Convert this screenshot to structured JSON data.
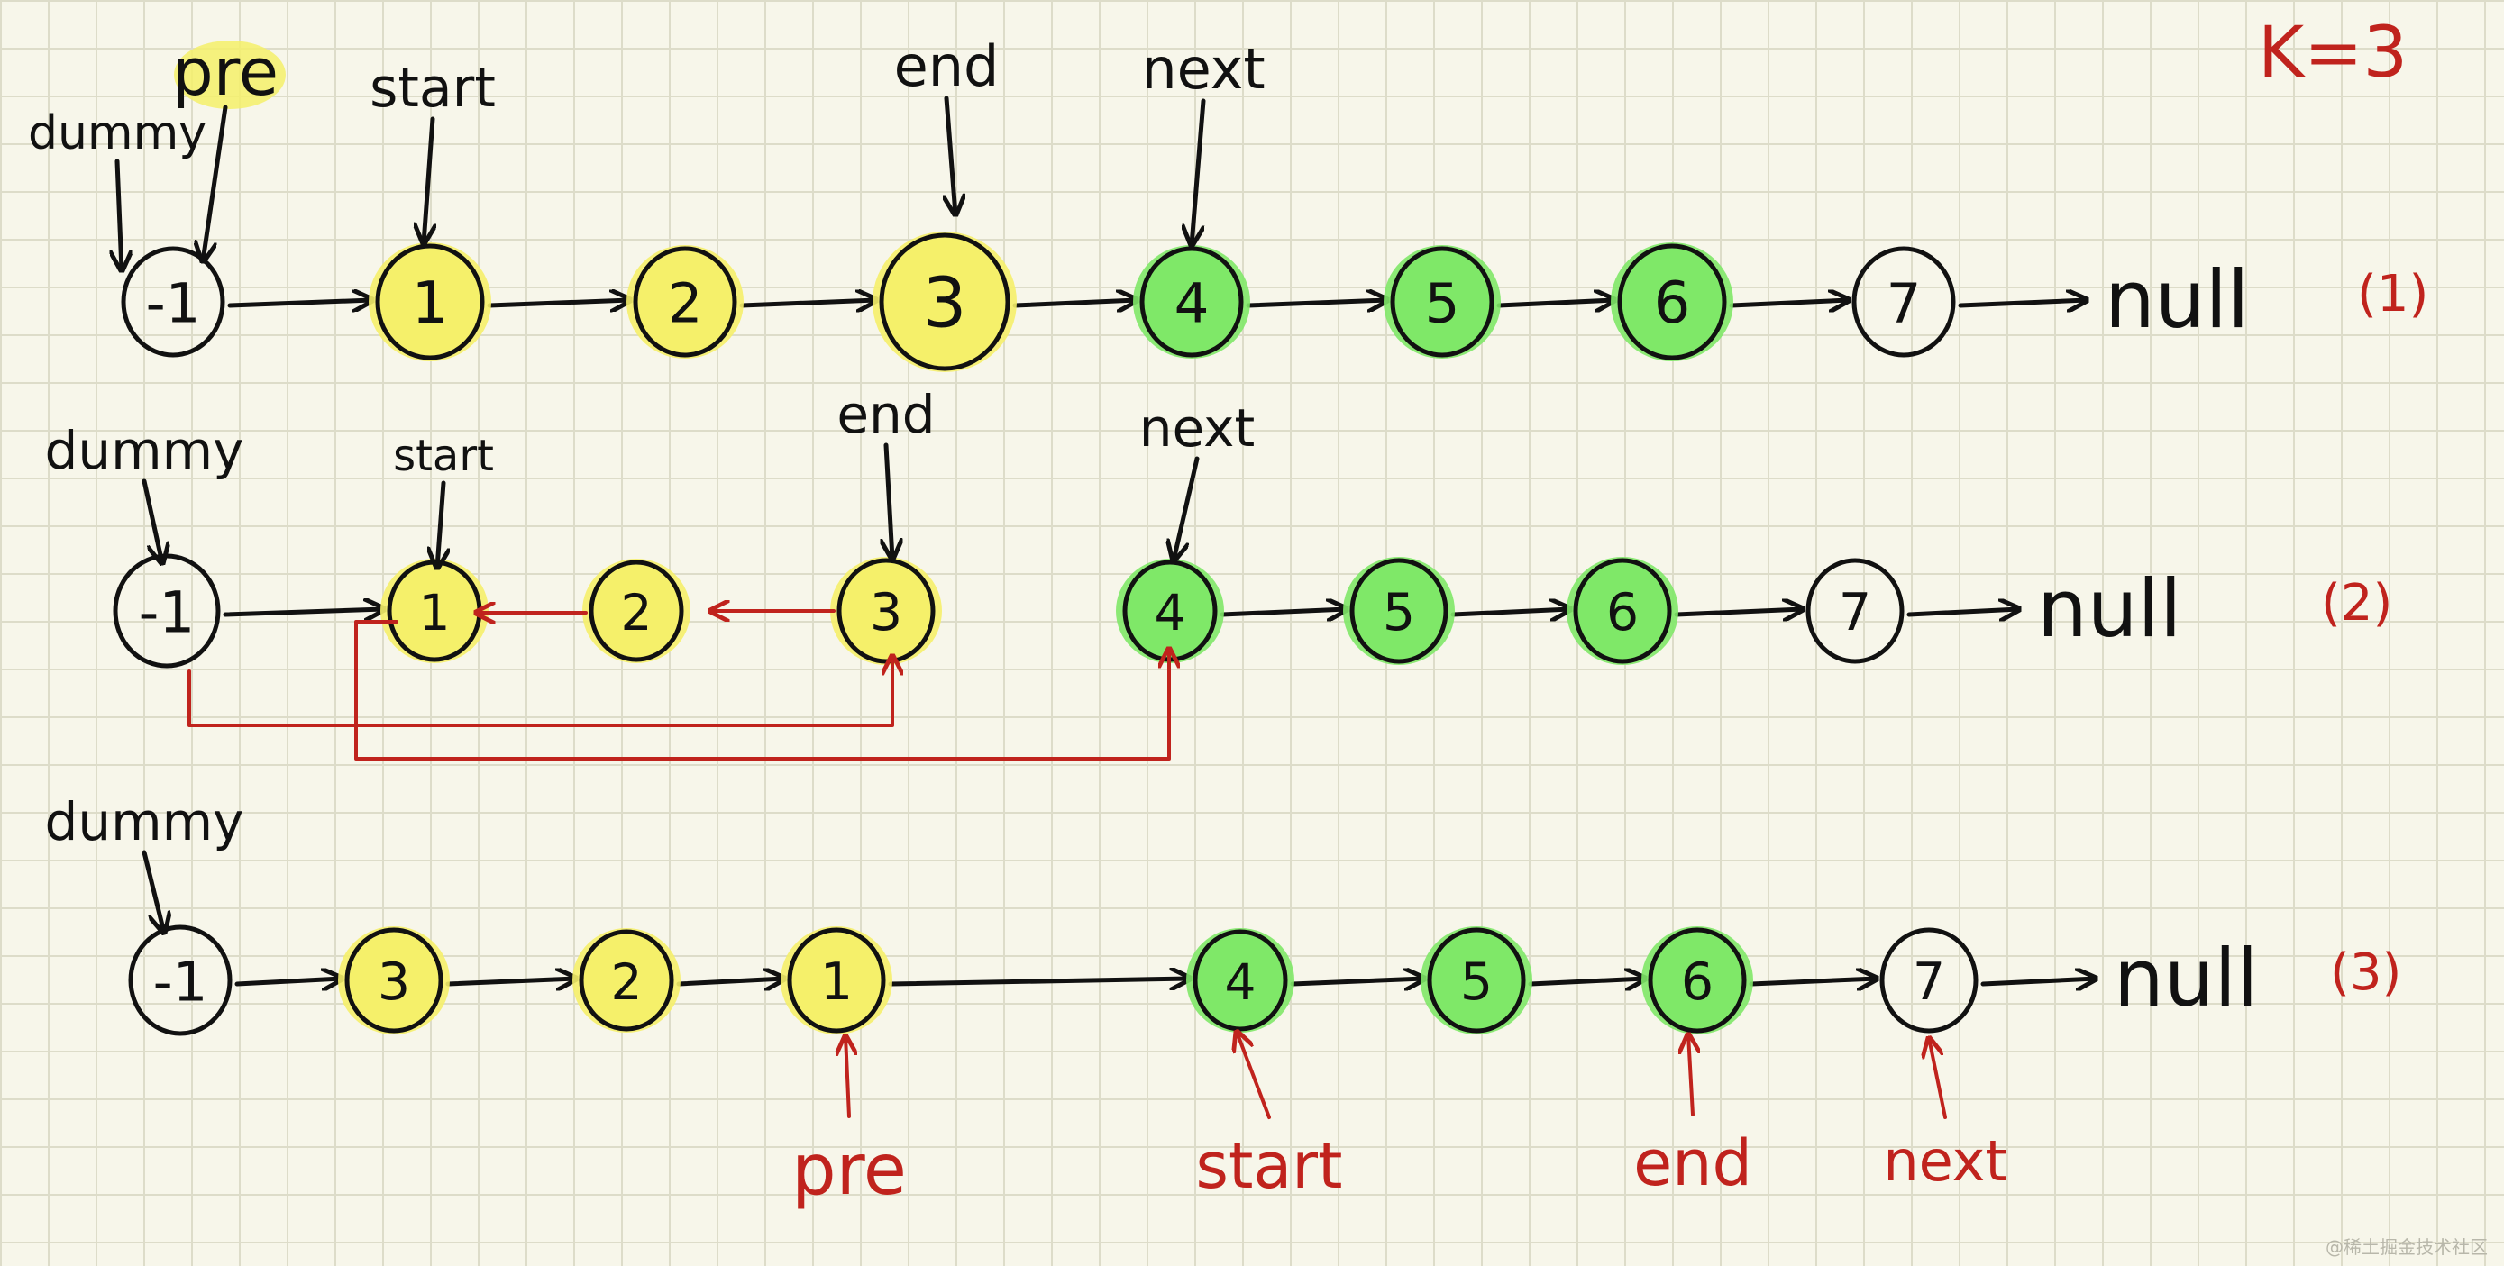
{
  "k_label": "K=3",
  "null_label": "null",
  "colors": {
    "yellow": "#f5f06a",
    "green": "#7fe868",
    "red": "#c0231d",
    "ink": "#111111"
  },
  "rows": [
    {
      "tag": "(1)",
      "nodes": [
        "-1",
        "1",
        "2",
        "3",
        "4",
        "5",
        "6",
        "7"
      ],
      "fills": [
        "none",
        "yellow",
        "yellow",
        "yellow",
        "green",
        "green",
        "green",
        "none"
      ],
      "pointers": [
        {
          "label": "dummy",
          "target": 0,
          "color": "black"
        },
        {
          "label": "pre",
          "target": 0,
          "color": "black"
        },
        {
          "label": "start",
          "target": 1,
          "color": "black"
        },
        {
          "label": "end",
          "target": 3,
          "color": "black"
        },
        {
          "label": "next",
          "target": 4,
          "color": "black"
        }
      ]
    },
    {
      "tag": "(2)",
      "nodes": [
        "-1",
        "1",
        "2",
        "3",
        "4",
        "5",
        "6",
        "7"
      ],
      "fills": [
        "none",
        "yellow",
        "yellow",
        "yellow",
        "green",
        "green",
        "green",
        "none"
      ],
      "pointers": [
        {
          "label": "dummy",
          "target": 0,
          "color": "black"
        },
        {
          "label": "start",
          "target": 1,
          "color": "black"
        },
        {
          "label": "end",
          "target": 3,
          "color": "black"
        },
        {
          "label": "next",
          "target": 4,
          "color": "black"
        }
      ]
    },
    {
      "tag": "(3)",
      "nodes": [
        "-1",
        "3",
        "2",
        "1",
        "4",
        "5",
        "6",
        "7"
      ],
      "fills": [
        "none",
        "yellow",
        "yellow",
        "yellow",
        "green",
        "green",
        "green",
        "none"
      ],
      "pointers": [
        {
          "label": "dummy",
          "target": 0,
          "color": "black"
        },
        {
          "label": "pre",
          "target": 3,
          "color": "red"
        },
        {
          "label": "start",
          "target": 4,
          "color": "red"
        },
        {
          "label": "end",
          "target": 6,
          "color": "red"
        },
        {
          "label": "next",
          "target": 7,
          "color": "red"
        }
      ]
    }
  ],
  "watermark": "@稀土掘金技术社区"
}
